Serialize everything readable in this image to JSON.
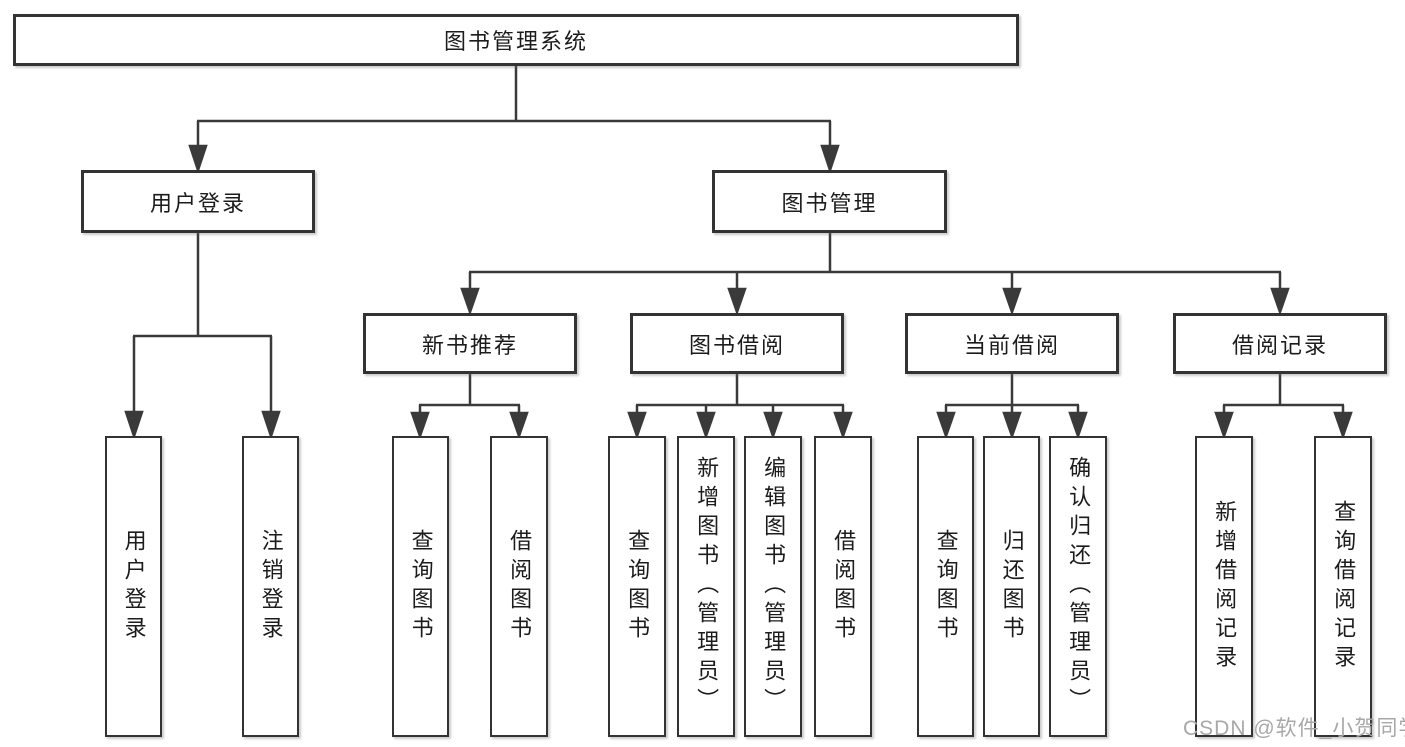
{
  "tree": {
    "root": {
      "label": "图书管理系统"
    },
    "branches": [
      {
        "label": "用户登录",
        "leaves": [
          {
            "label": "用户登录"
          },
          {
            "label": "注销登录"
          }
        ]
      },
      {
        "label": "图书管理",
        "groups": [
          {
            "label": "新书推荐",
            "leaves": [
              {
                "label": "查询图书"
              },
              {
                "label": "借阅图书"
              }
            ]
          },
          {
            "label": "图书借阅",
            "leaves": [
              {
                "label": "查询图书"
              },
              {
                "label": "新增图书（管理员）"
              },
              {
                "label": "编辑图书（管理员）"
              },
              {
                "label": "借阅图书"
              }
            ]
          },
          {
            "label": "当前借阅",
            "leaves": [
              {
                "label": "查询图书"
              },
              {
                "label": "归还图书"
              },
              {
                "label": "确认归还（管理员）"
              }
            ]
          },
          {
            "label": "借阅记录",
            "leaves": [
              {
                "label": "新增借阅记录"
              },
              {
                "label": "查询借阅记录"
              }
            ]
          }
        ]
      }
    ]
  },
  "watermark": {
    "text": "CSDN @软件_小贺同学"
  },
  "colors": {
    "line": "#3a3a3a",
    "box_border": "#333333",
    "text": "#1c1c1c",
    "background": "#ffffff",
    "watermark": "#a8a8a8"
  }
}
